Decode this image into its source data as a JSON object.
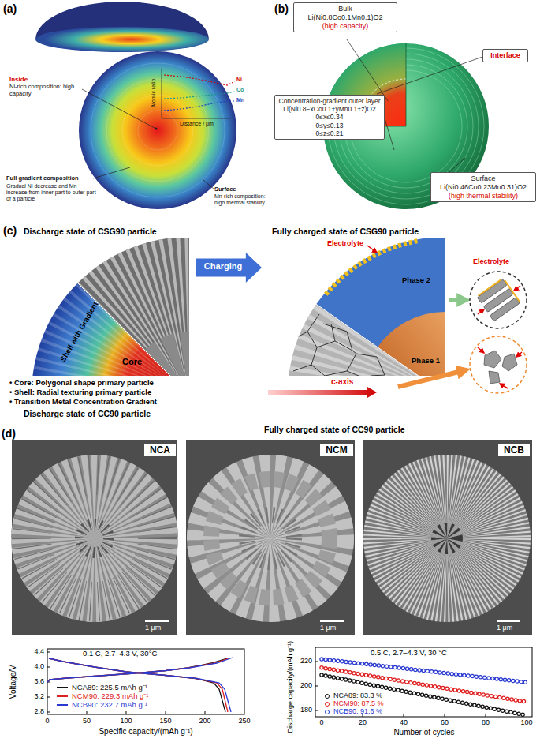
{
  "diagram": {
    "nodes": [
      {
        "text": [
          "Bulk",
          "Li(Ni0.8Co0.1Mn0.1)O2",
          "(high capacity)"
        ]
      },
      {
        "text": [
          "Interface"
        ]
      },
      {
        "text": [
          "Concentration-gradient outer layer",
          "Li(Ni0.8−xCo0.1+yMn0.1+z)O2",
          "0≤x≤0.34",
          "0≤y≤0.13",
          "0≤z≤0.21"
        ]
      },
      {
        "text": [
          "Surface",
          "Li(Ni0.46Co0.23Mn0.31)O2",
          "(high thermal stability)"
        ]
      },
      {
        "text": [
          "Charging"
        ]
      },
      {
        "text": [
          "NCA"
        ]
      },
      {
        "text": [
          "NCM"
        ]
      },
      {
        "text": [
          "NCB"
        ]
      }
    ],
    "labels": [
      "(a)",
      "Inside",
      "Ni-rich composition: high capacity",
      "Full gradient composition",
      "Gradual Ni decrease and Mn increase from inner part to outer part of a particle",
      "Surface",
      "Mn-rich composition: high thermal stability",
      "Ni",
      "Co",
      "Mn",
      "Distance / μm",
      "Atomic ratio",
      "(b)",
      "(c)",
      "Discharge state of CSG90 particle",
      "Fully charged state of CSG90 particle",
      "Shell with Gradient",
      "Core",
      "Electrolyte",
      "Phase 1",
      "Phase 2",
      "Electrolyte",
      "• Core: Polygonal shape primary particle",
      "• Shell: Radial texturing primary particle",
      "• Transition Metal Concentration Gradient",
      "c-axis",
      "Discharge state of CC90 particle",
      "Fully charged state of CC90 particle",
      "(d)",
      "1 μm",
      "1 μm",
      "1 μm",
      "0.1 C, 2.7–4.3 V, 30°C",
      "Voltage/V",
      "4.4",
      "4.0",
      "3.6",
      "3.2",
      "2.8",
      "0",
      "50",
      "100",
      "150",
      "200",
      "250",
      "Specific capacity/(mAh g⁻¹)",
      "0.5 C, 2.7–4.3 V, 30 °C",
      "Discharge capacity/(mAh g⁻¹)",
      "220",
      "200",
      "180",
      "0",
      "20",
      "40",
      "60",
      "80",
      "100",
      "Number of cycles"
    ],
    "legend": [
      {
        "text": "NCA89: 225.5 mAh g⁻¹",
        "color": "#111111"
      },
      {
        "text": "NCM90: 229.3 mAh g⁻¹",
        "color": "#e02020"
      },
      {
        "text": "NCB90: 232.7 mAh g⁻¹",
        "color": "#2a3ad0"
      },
      {
        "text": "NCA89: 83.3 %",
        "color": "#111111"
      },
      {
        "text": "NCM90: 87.5 %",
        "color": "#e02020"
      },
      {
        "text": "NCB90: 91.6 %",
        "color": "#2a3ad0"
      }
    ]
  }
}
